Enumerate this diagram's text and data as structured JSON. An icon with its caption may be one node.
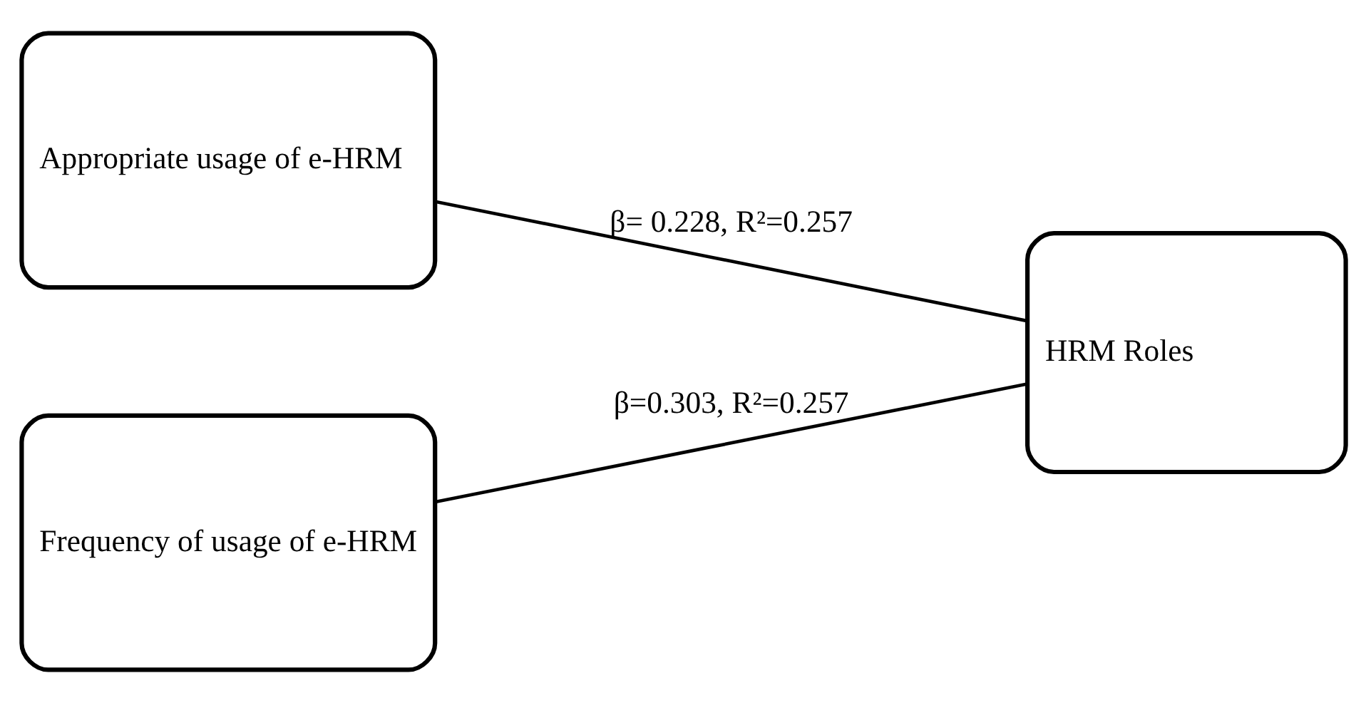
{
  "diagram": {
    "nodes": [
      {
        "text": [
          "Appropriate usage of e-HRM"
        ]
      },
      {
        "text": [
          "Frequency of usage of e-HRM"
        ]
      },
      {
        "text": [
          "HRM Roles"
        ]
      }
    ],
    "edges": [
      {
        "from": 0,
        "to": 2,
        "arrow": "none",
        "label": "β= 0.228, R²=0.257"
      },
      {
        "from": 1,
        "to": 2,
        "arrow": "none",
        "label": "β=0.303, R²=0.257"
      }
    ]
  }
}
